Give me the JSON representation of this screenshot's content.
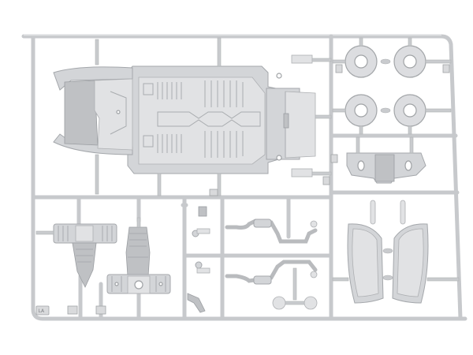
{
  "image": {
    "subject": "Plastic model kit sprue (parts tree) in light grey",
    "background_color": "#ffffff",
    "plastic_color": "#d3d5d8",
    "runner_color": "#c7c9cc"
  },
  "sprue_tag": {
    "label": "LA"
  },
  "parts": [
    {
      "name": "chassis-floor-pan",
      "description": "Car underbody / floor pan with ribbed panels"
    },
    {
      "name": "front-body-section",
      "description": "Front fender/nose section attached to chassis"
    },
    {
      "name": "rear-bulkhead",
      "description": "Rear bulkhead section at right of chassis"
    },
    {
      "name": "wheel-rings",
      "count": 4,
      "description": "Round ring parts (tyre/wheel hubs)"
    },
    {
      "name": "rear-panel",
      "description": "Rear valance / crossmember panel"
    },
    {
      "name": "wheel-arches",
      "count": 2,
      "description": "Curved wheel-arch liners"
    },
    {
      "name": "engine-block-left",
      "description": "Boxer engine block with transmission"
    },
    {
      "name": "engine-block-right",
      "description": "Boxer engine block with cylinder heads"
    },
    {
      "name": "exhaust-pipes",
      "count": 2,
      "description": "Exhaust pipes with mufflers"
    },
    {
      "name": "small-fittings",
      "description": "Small brackets, pulleys and fittings"
    }
  ]
}
